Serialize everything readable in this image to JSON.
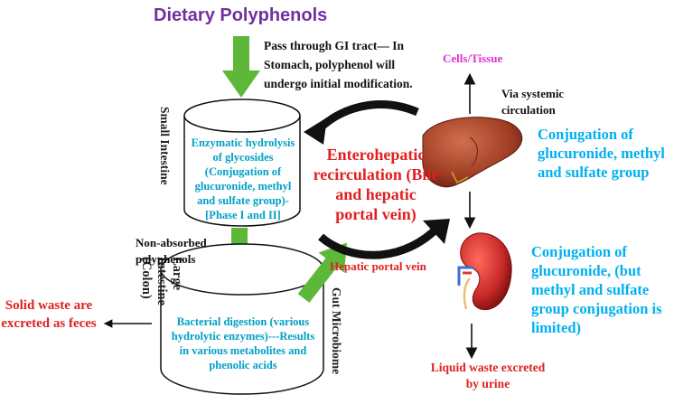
{
  "title": "Dietary Polyphenols",
  "gi_note": "Pass through GI tract— In Stomach, polyphenol will undergo initial modification.",
  "small_intestine": {
    "label": "Small Intestine",
    "text": "Enzymatic hydrolysis of glycosides (Conjugation of glucuronide, methyl and sulfate group)- [Phase I and II]"
  },
  "large_intestine": {
    "label": "Large Intestine (Colon)",
    "text": "Bacterial digestion (various hydrolytic enzymes)---Results in various metabolites and phenolic acids",
    "side_label": "Gut Microbiome"
  },
  "non_absorbed": "Non-absorbed polyphenols",
  "enterohepatic": "Enterohepatic recirculation (Bile and hepatic portal vein)",
  "hepatic_portal_vein": "Hepatic portal vein",
  "cells_tissue": "Cells/Tissue",
  "via_systemic": "Via systemic circulation",
  "liver_conjugation": "Conjugation of glucuronide, methyl and sulfate group",
  "kidney_conjugation": "Conjugation of glucuronide, (but methyl and sulfate group conjugation is limited)",
  "solid_waste": "Solid waste are excreted as feces",
  "liquid_waste": "Liquid waste excreted by urine",
  "icons": [
    "liver-icon",
    "kidney-icon",
    "cylinder-small-intestine",
    "cylinder-large-intestine"
  ],
  "colors": {
    "title": "#7030a0",
    "accent_red": "#e02020",
    "cyan_text": "#00a0c6",
    "cyan_bright": "#00b0f0",
    "magenta": "#e030d0",
    "green_arrow": "#5db83a",
    "liver": "#a8432a",
    "kidney": "#c62828"
  }
}
